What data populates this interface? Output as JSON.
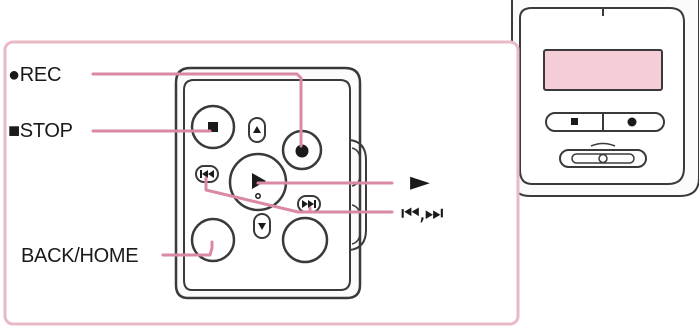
{
  "labels": {
    "rec": "●REC",
    "stop": "■STOP",
    "back_home": "BACK/HOME",
    "play": "►",
    "skip": "⏮,⏭"
  },
  "icons": {
    "rec_button": "record-dot-icon",
    "stop_button": "stop-square-icon",
    "play_button": "play-triangle-icon",
    "prev_button": "skip-previous-icon",
    "next_button": "skip-next-icon",
    "up_button": "arrow-up-icon",
    "down_button": "arrow-down-icon"
  },
  "colors": {
    "callout_frame": "#e9b9c6",
    "display_screen": "#f4cdd6",
    "leader_line": "#d98aa2",
    "device_outline": "#3a3a3a"
  }
}
